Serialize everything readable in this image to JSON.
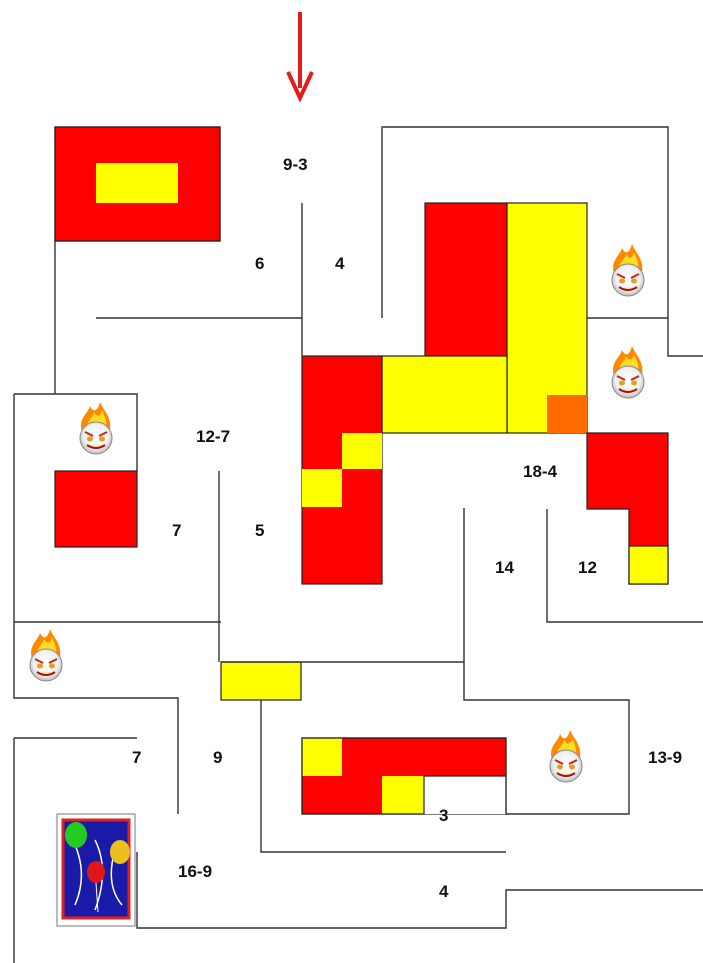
{
  "colors": {
    "red": "#ff0000",
    "yellow": "#ffff00",
    "orange": "#ff6a00",
    "arrow": "#e51b1b",
    "wall": "#333333",
    "gift_blue": "#1a1aa8"
  },
  "entrance_arrow": {
    "icon": "down-arrow-icon"
  },
  "labels": {
    "top_center": "9-3",
    "left_upper": "6",
    "center_upper": "4",
    "left_mid": "12-7",
    "left_seven": "7",
    "center_five": "5",
    "right_mid": "18-4",
    "right_fourteen": "14",
    "right_twelve": "12",
    "bottom_left_seven": "7",
    "bottom_nine": "9",
    "bottom_three": "3",
    "bottom_right": "13-9",
    "bottom_sixteen": "16-9",
    "bottom_four": "4"
  },
  "hazards": {
    "icon": "fire-face-icon",
    "count": 5
  },
  "goal": {
    "icon": "gift-balloons-icon"
  }
}
